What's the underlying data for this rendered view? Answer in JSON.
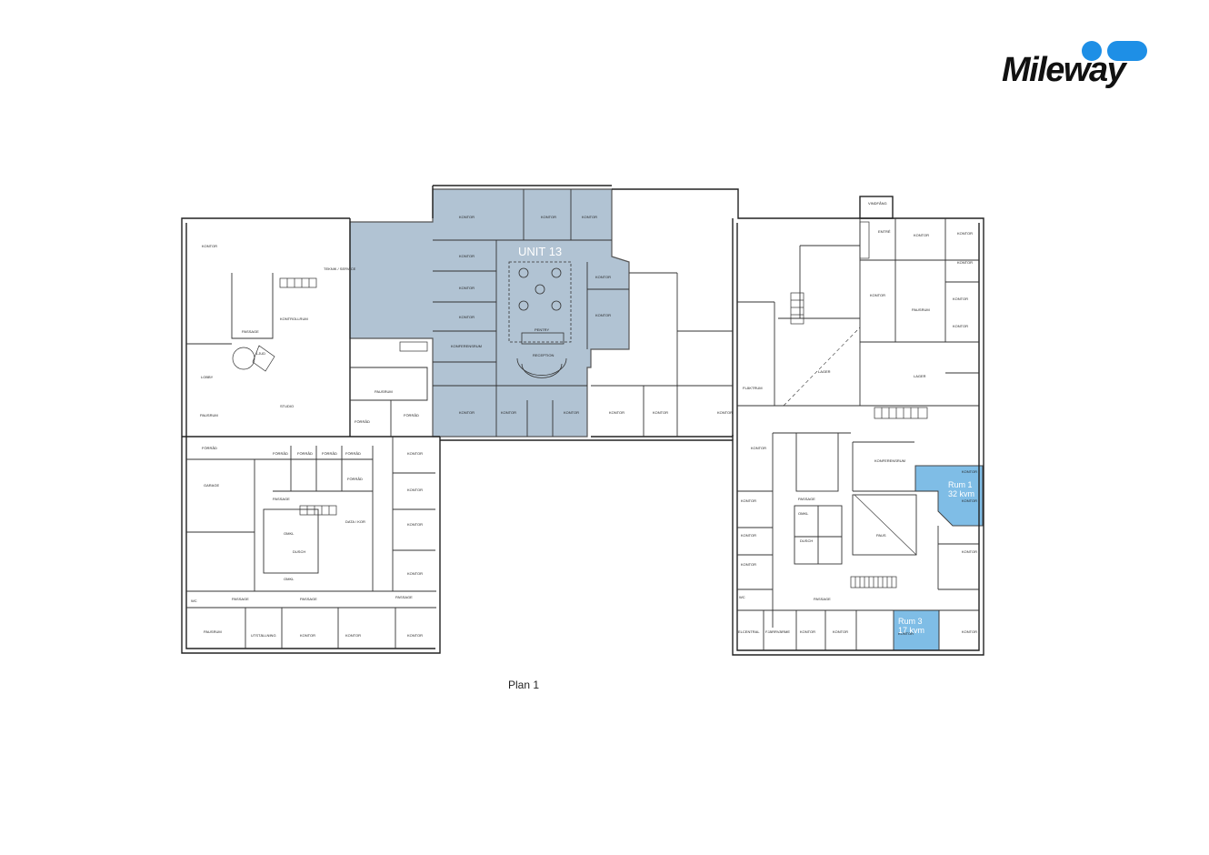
{
  "brand": {
    "name": "Mileway",
    "accent": "#1e8fe6"
  },
  "plan_caption": "Plan 1",
  "highlight_colors": {
    "unit": "#b1c3d3",
    "room": "#7fbde6"
  },
  "units": [
    {
      "label": "UNIT 13"
    },
    {
      "label": "Rum 1",
      "area": "32 kvm"
    },
    {
      "label": "Rum 3",
      "area": "17 kvm"
    }
  ],
  "rooms": {
    "kontor": "KONTOR",
    "konferensrum": "KONFERENSRUM",
    "pentry": "PENTRY",
    "reception": "RECEPTION",
    "lobby": "LOBBY",
    "pausrum": "PAUSRUM",
    "studio": "STUDIO",
    "kontrollrum": "KONTROLLRUM",
    "teknik": "TEKNIK / SERVICE",
    "passage": "PASSAGE",
    "forrad": "FÖRRÅD",
    "garage": "GARAGE",
    "dusch": "DUSCH",
    "omkl": "OMKL",
    "data": "DATA / KOR",
    "utstallning": "UTSTÄLLNING",
    "flaktrum": "FLÄKTRUM",
    "lager": "LAGER",
    "entre": "ENTRÉ",
    "vindfang": "VINDFÅNG",
    "elcentral": "ELCENTRAL",
    "fjarrvarme": "FJÄRRVÄRME",
    "paus": "PAUS",
    "ljud": "LJUD",
    "wc": "WC"
  }
}
